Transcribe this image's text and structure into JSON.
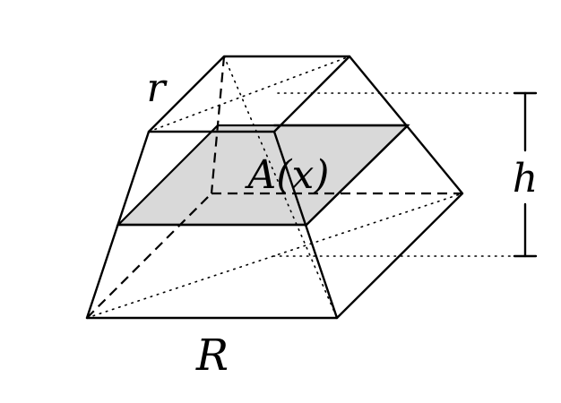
{
  "labels": {
    "top_side": "r",
    "bottom_side": "R",
    "height": "h",
    "cross_section": "A(x)"
  },
  "colors": {
    "stroke": "#000000",
    "cross_section_fill": "#d9d9d9",
    "background": "#ffffff"
  }
}
